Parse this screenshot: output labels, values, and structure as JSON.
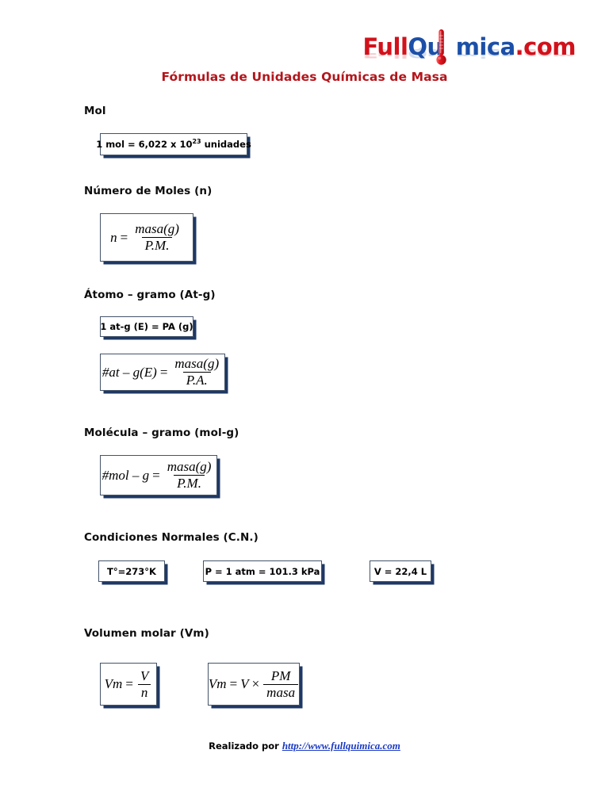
{
  "logo": {
    "part_full": "Full",
    "part_qu": "Qu",
    "part_mica": "mica",
    "part_com": ".com",
    "alt": "FullQuimica.com",
    "color_red": "#d2111b",
    "color_blue": "#1b4fa8"
  },
  "title": "Fórmulas de Unidades Químicas de Masa",
  "title_color": "#b4151b",
  "box_border_color": "#44546a",
  "box_shadow_color": "#1f3864",
  "sections": [
    {
      "heading": "Mol",
      "boxes": [
        {
          "kind": "text",
          "text": "1 mol = 6,022 x 10",
          "sup": "23",
          "text_after": " unidades"
        }
      ]
    },
    {
      "heading": "Número de Moles (n)",
      "boxes": [
        {
          "kind": "fraction",
          "lhs": "n",
          "eq": "=",
          "numerator": "masa(g)",
          "denominator": "P.M."
        }
      ]
    },
    {
      "heading": "Átomo – gramo (At-g)",
      "boxes": [
        {
          "kind": "text",
          "text": "1 at-g (E) = PA (g)"
        },
        {
          "kind": "fraction",
          "lhs": "#at – g(E)",
          "eq": "=",
          "numerator": "masa(g)",
          "denominator": "P.A."
        }
      ]
    },
    {
      "heading": "Molécula – gramo (mol-g)",
      "boxes": [
        {
          "kind": "fraction",
          "lhs": "#mol – g",
          "eq": "=",
          "numerator": "masa(g)",
          "denominator": "P.M."
        }
      ]
    },
    {
      "heading": "Condiciones Normales (C.N.)",
      "boxes": [
        {
          "kind": "text",
          "text": "T°=273°K"
        },
        {
          "kind": "text",
          "text": "P = 1 atm = 101.3 kPa"
        },
        {
          "kind": "text",
          "text": "V = 22,4 L"
        }
      ]
    },
    {
      "heading": "Volumen molar (Vm)",
      "boxes": [
        {
          "kind": "fraction",
          "lhs": "Vm",
          "eq": "=",
          "numerator": "V",
          "denominator": "n"
        },
        {
          "kind": "fraction",
          "lhs": "Vm",
          "eq": "=",
          "mid": "V",
          "times": "×",
          "numerator": "PM",
          "denominator": "masa"
        }
      ]
    }
  ],
  "footer": {
    "prefix": "Realizado por ",
    "link_text": "http://www.fullquimica.com",
    "link_color": "#1a39c4"
  }
}
